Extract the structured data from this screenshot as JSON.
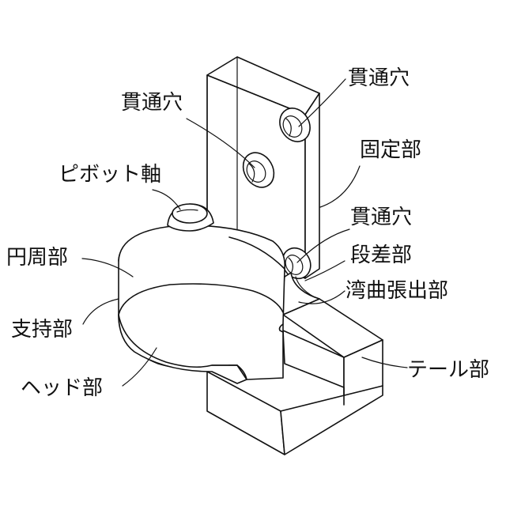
{
  "labels": {
    "through_hole_top_right": "貫通穴",
    "through_hole_top_left": "貫通穴",
    "fixed_part": "固定部",
    "pivot_shaft": "ピボット軸",
    "through_hole_lower": "貫通穴",
    "step_part": "段差部",
    "circumference_part": "円周部",
    "bent_protrusion": "湾曲張出部",
    "support_part": "支持部",
    "tail_part": "テール部",
    "head_part": "ヘッド部"
  },
  "colors": {
    "line": "#111111",
    "background": "#ffffff"
  }
}
